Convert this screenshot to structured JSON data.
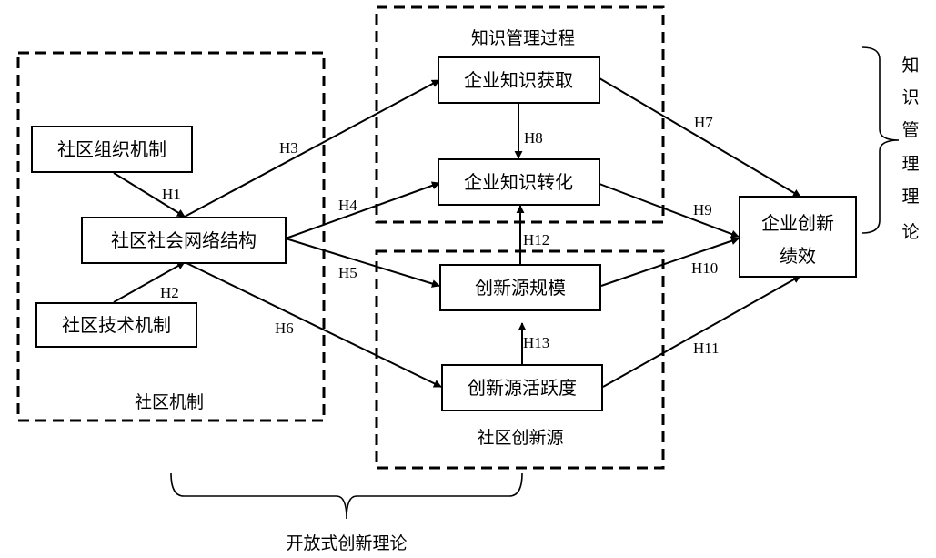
{
  "groups": {
    "mechanism": "社区机制",
    "knowledge_process": "知识管理过程",
    "innovation_source": "社区创新源"
  },
  "nodes": {
    "org_mechanism": "社区组织机制",
    "tech_mechanism": "社区技术机制",
    "social_network": "社区社会网络结构",
    "k_acquire": "企业知识获取",
    "k_convert": "企业知识转化",
    "source_scale": "创新源规模",
    "source_activity": "创新源活跃度",
    "perf_line1": "企业创新",
    "perf_line2": "绩效"
  },
  "hypotheses": {
    "h1": "H1",
    "h2": "H2",
    "h3": "H3",
    "h4": "H4",
    "h5": "H5",
    "h6": "H6",
    "h7": "H7",
    "h8": "H8",
    "h9": "H9",
    "h10": "H10",
    "h11": "H11",
    "h12": "H12",
    "h13": "H13"
  },
  "theories": {
    "open_innovation": "开放式创新理论",
    "km_chars": [
      "知",
      "识",
      "管",
      "理",
      "理",
      "论"
    ]
  }
}
